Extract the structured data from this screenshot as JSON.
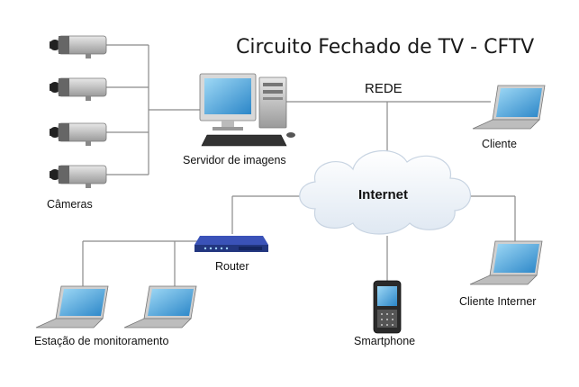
{
  "diagram": {
    "title": "Circuito Fechado de TV - CFTV",
    "network_label": "REDE",
    "cloud_label": "Internet",
    "nodes": {
      "cameras": "Câmeras",
      "server": "Servidor de imagens",
      "client": "Cliente",
      "router": "Router",
      "monitoring": "Estação de monitoramento",
      "smartphone": "Smartphone",
      "client_internet": "Cliente Interner"
    },
    "colors": {
      "line": "#8a8a8a",
      "screen": "#2b86c8",
      "router": "#2a3f9a",
      "cloud": "#eef3f9"
    }
  }
}
